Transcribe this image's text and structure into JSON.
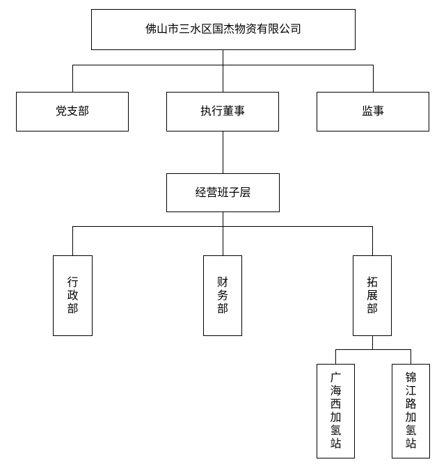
{
  "colors": {
    "background": "#ffffff",
    "line": "#000000",
    "text": "#000000"
  },
  "org_chart": {
    "type": "organization-tree",
    "root": {
      "label": "佛山市三水区国杰物资有限公司",
      "children": [
        {
          "label": "党支部"
        },
        {
          "label": "执行董事",
          "children": [
            {
              "label": "经营班子层",
              "children": [
                {
                  "label": "行政部"
                },
                {
                  "label": "财务部"
                },
                {
                  "label": "拓展部",
                  "children": [
                    {
                      "label": "广海西加氢站"
                    },
                    {
                      "label": "锦江路加氢站"
                    }
                  ]
                }
              ]
            }
          ]
        },
        {
          "label": "监事"
        }
      ]
    }
  }
}
